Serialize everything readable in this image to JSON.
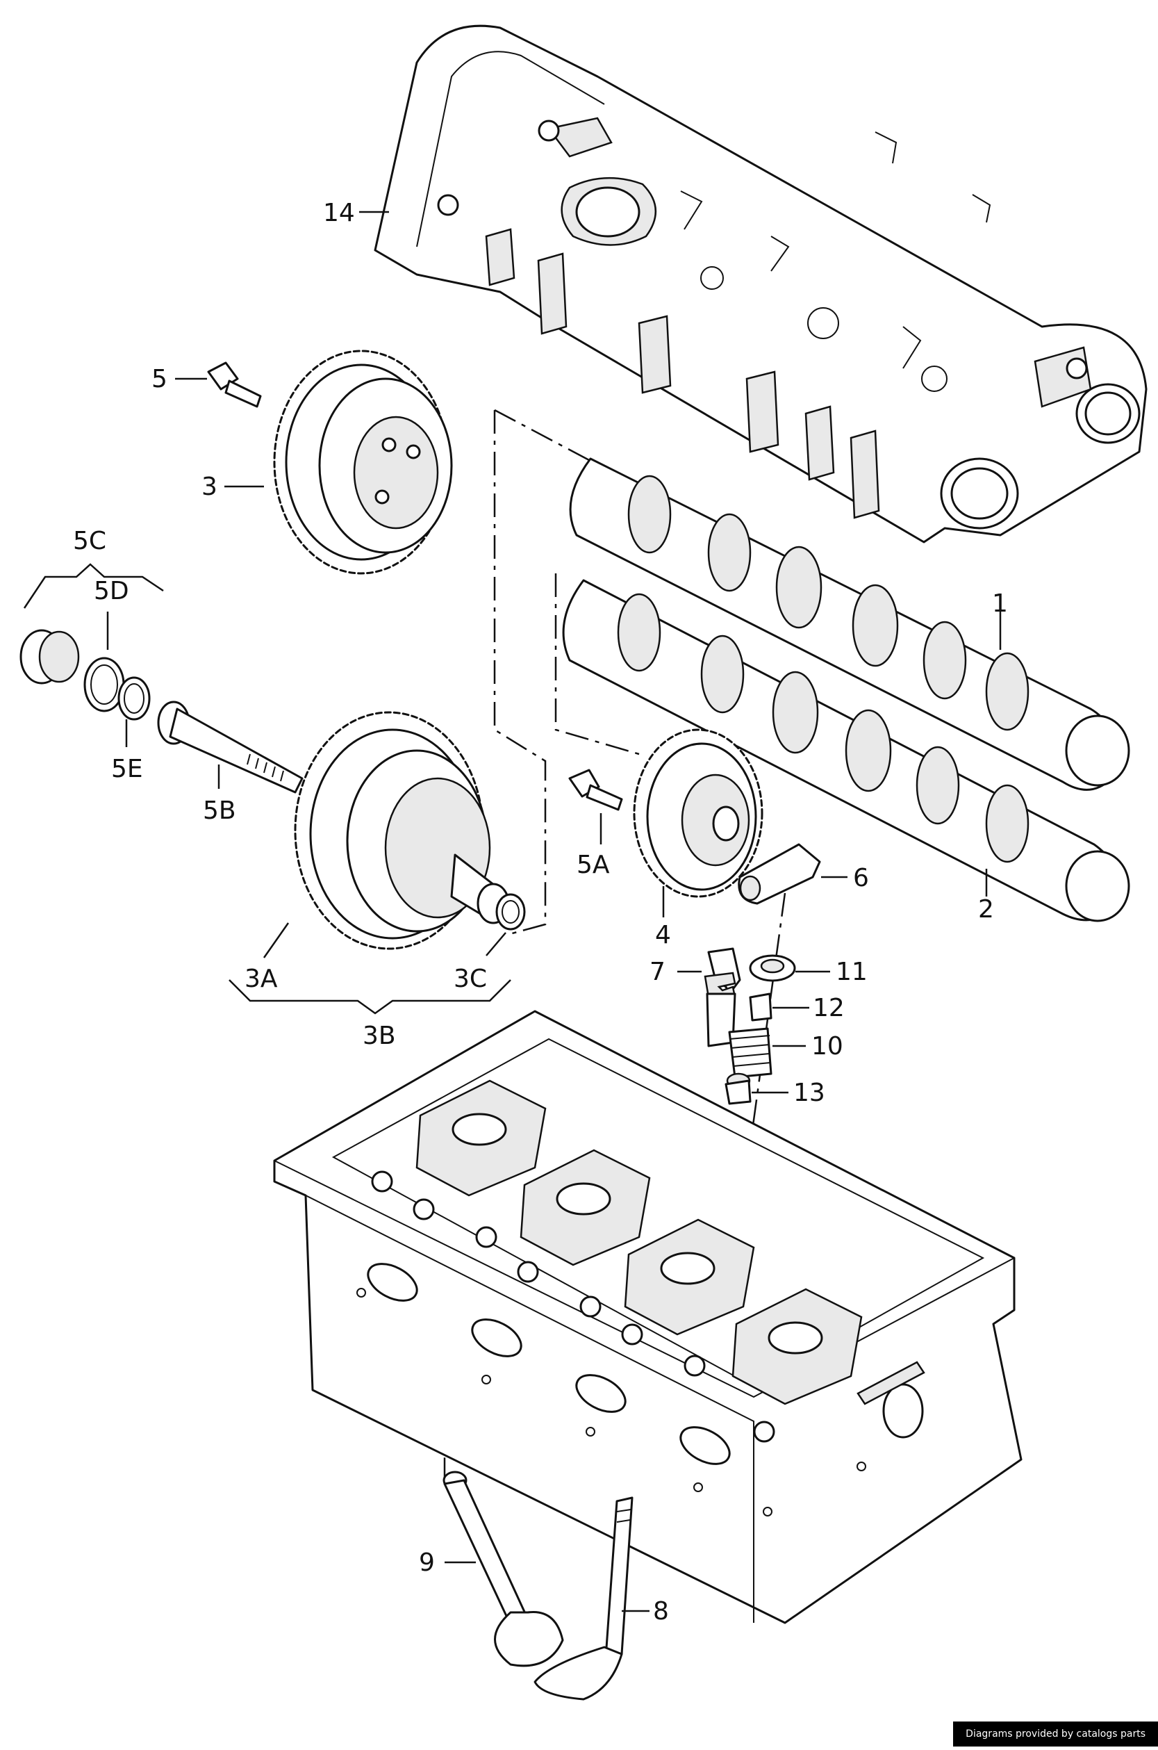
{
  "labels": {
    "p1": "1",
    "p2": "2",
    "p3": "3",
    "p3a": "3A",
    "p3b": "3B",
    "p3c": "3C",
    "p4": "4",
    "p5": "5",
    "p5a": "5A",
    "p5b": "5B",
    "p5c": "5C",
    "p5d": "5D",
    "p5e": "5E",
    "p6": "6",
    "p7": "7",
    "p8": "8",
    "p9": "9",
    "p10": "10",
    "p11": "11",
    "p12": "12",
    "p13": "13",
    "p14": "14"
  },
  "credit": "Diagrams provided by catalogs parts"
}
